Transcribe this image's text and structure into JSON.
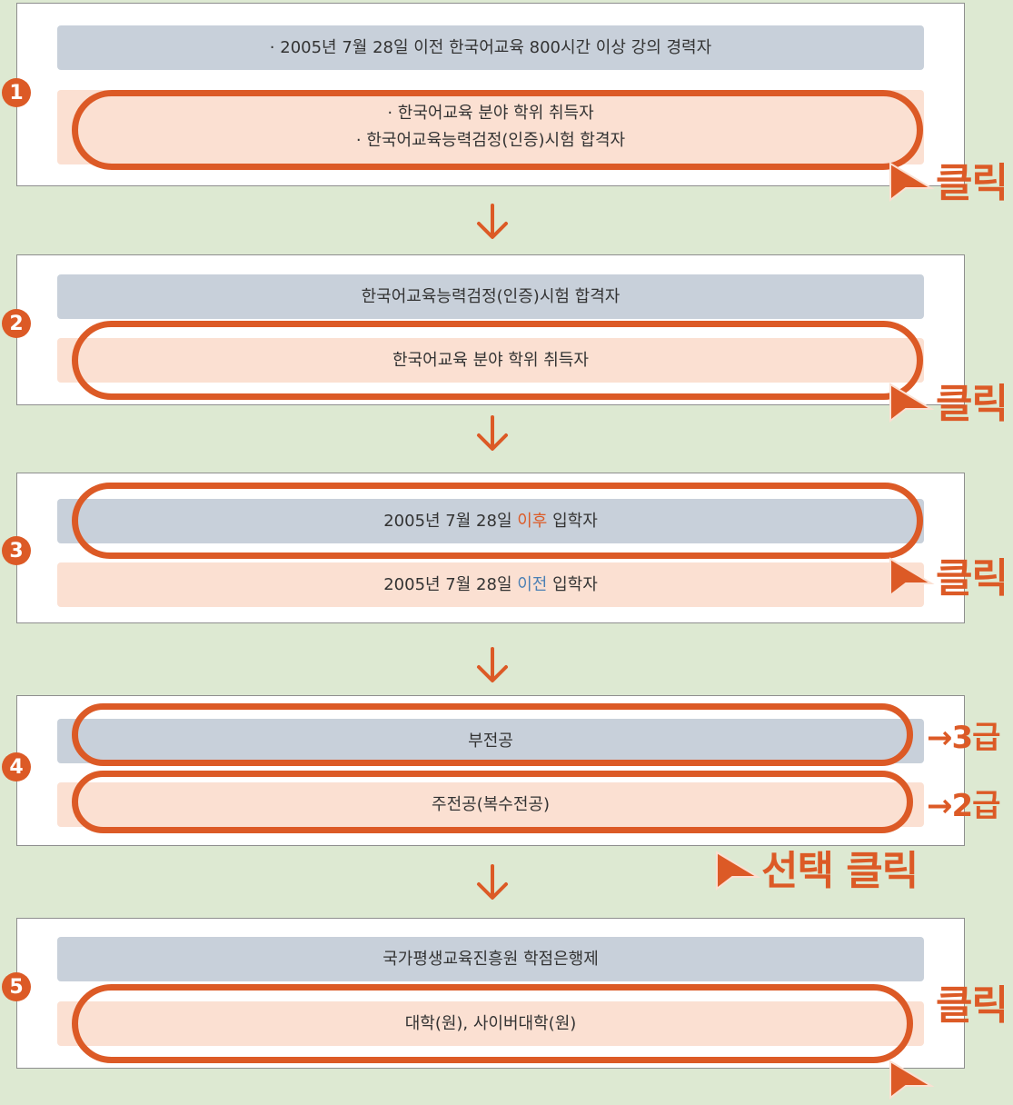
{
  "steps": [
    {
      "number": "1",
      "options": [
        {
          "lines": [
            "· 2005년 7월 28일 이전 한국어교육 800시간 이상 강의 경력자"
          ]
        },
        {
          "lines": [
            "· 한국어교육 분야 학위 취득자",
            "· 한국어교육능력검정(인증)시험 합격자"
          ]
        }
      ],
      "click_label": "클릭"
    },
    {
      "number": "2",
      "options": [
        {
          "text": "한국어교육능력검정(인증)시험 합격자"
        },
        {
          "text": "한국어교육 분야 학위 취득자"
        }
      ],
      "click_label": "클릭"
    },
    {
      "number": "3",
      "options": [
        {
          "prefix": "2005년 7월 28일 ",
          "keyword": "이후",
          "suffix": " 입학자"
        },
        {
          "prefix": "2005년 7월 28일 ",
          "keyword": "이전",
          "suffix": " 입학자"
        }
      ],
      "click_label": "클릭"
    },
    {
      "number": "4",
      "options": [
        {
          "text": "부전공",
          "result": "→3급"
        },
        {
          "text": "주전공(복수전공)",
          "result": "→2급"
        }
      ],
      "click_label": "선택 클릭"
    },
    {
      "number": "5",
      "options": [
        {
          "text": "국가평생교육진흥원 학점은행제"
        },
        {
          "text": "대학(원), 사이버대학(원)"
        }
      ],
      "click_label": "클릭"
    }
  ],
  "colors": {
    "accent": "#dc5a26",
    "background": "#dde9d2",
    "gray_option": "#c8d0da",
    "pink_option": "#fbe0d2",
    "keyword_before": "#4a7fb4"
  },
  "icons": {
    "arrow": "down-arrow-icon",
    "pointer": "cursor-icon"
  }
}
